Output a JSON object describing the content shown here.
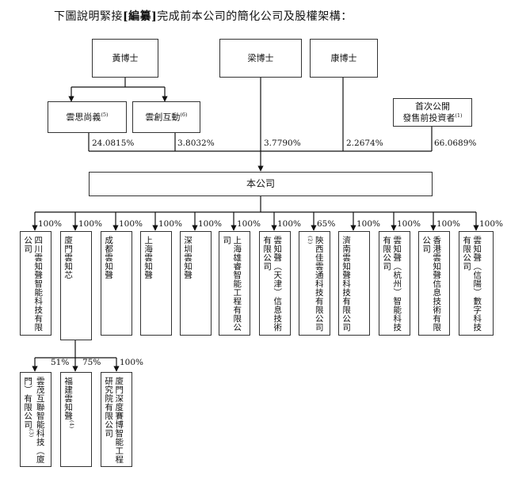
{
  "heading": {
    "prefix": "下圖說明緊接",
    "bold": "[編纂]",
    "suffix": "完成前本公司的簡化公司及股權架構："
  },
  "shareholders": {
    "huang": {
      "name": "黃博士"
    },
    "liang": {
      "name": "梁博士"
    },
    "kang": {
      "name": "康博士"
    },
    "yunsi": {
      "name": "雲思尚義",
      "note": "(5)"
    },
    "yunchuang": {
      "name": "雲創互動",
      "note": "(6)"
    },
    "ipo": {
      "line1": "首次公開",
      "line2": "發售前投資者",
      "note": "(1)"
    }
  },
  "stakes": {
    "yunsi": "24.0815%",
    "yunchuang": "3.8032%",
    "liang": "3.7790%",
    "kang": "2.2674%",
    "ipo": "66.0689%"
  },
  "company": {
    "name": "本公司"
  },
  "subsidiaries": [
    {
      "name": "四川雲知聲智能科技有限公司",
      "pct": "100%"
    },
    {
      "name": "廈門雲知芯",
      "pct": "100%"
    },
    {
      "name": "成都雲知聲",
      "pct": "100%"
    },
    {
      "name": "上海雲知聲",
      "pct": "100%"
    },
    {
      "name": "深圳雲知聲",
      "pct": "100%"
    },
    {
      "name": "上海雄睿智能工程有限公司",
      "pct": "100%"
    },
    {
      "name": "雲知聲（天津）信息技術有限公司",
      "pct": "100%"
    },
    {
      "name": "陝西佳雲通科技有限公司",
      "note": "(2)",
      "pct": "65%"
    },
    {
      "name": "濟南雲知聲科技有限公司",
      "pct": "100%"
    },
    {
      "name": "雲知聲（杭州）智能科技有限公司",
      "pct": "100%"
    },
    {
      "name": "香港雲知聲信息技術有限公司",
      "pct": "100%"
    },
    {
      "name": "雲知聲（信陽）數字科技有限公司",
      "pct": "100%"
    }
  ],
  "sub_subsidiaries": [
    {
      "name": "雲茂互聯智能科技（廈門）有限公司",
      "note": "(3)",
      "pct": "51%"
    },
    {
      "name": "福建雲知聲",
      "note": "(4)",
      "pct": "75%"
    },
    {
      "name": "廈門深度賽博智能工程研究院有限公司",
      "pct": "100%"
    }
  ]
}
